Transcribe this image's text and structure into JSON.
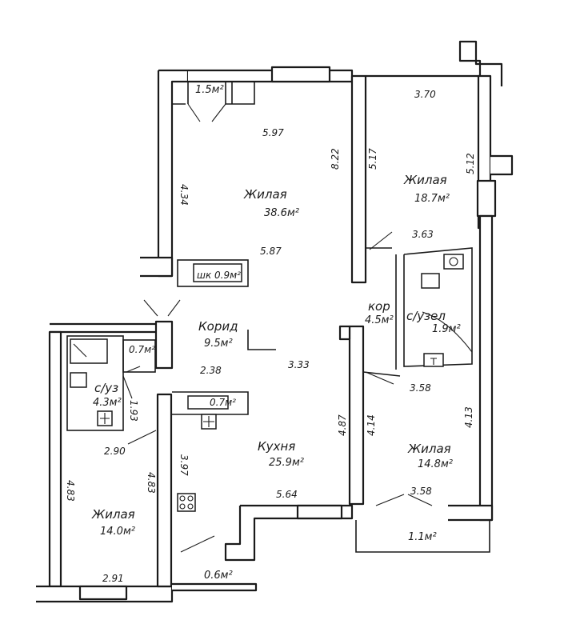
{
  "rooms": {
    "living_large": {
      "name": "Жилая",
      "area": "38.6м²"
    },
    "living_ne": {
      "name": "Жилая",
      "area": "18.7м²"
    },
    "corridor": {
      "name": "Корид",
      "area": "9.5м²"
    },
    "kitchen": {
      "name": "Кухня",
      "area": "25.9м²"
    },
    "living_sw": {
      "name": "Жилая",
      "area": "14.0м²"
    },
    "living_se": {
      "name": "Жилая",
      "area": "14.8м²"
    },
    "bath_wc": {
      "name": "с/уз",
      "area": "4.3м²"
    },
    "bath_main": {
      "name": "с/узел",
      "area": "1.9м²"
    },
    "corridor_small": {
      "name": "кор",
      "area": "4.5м²"
    }
  },
  "small_areas": {
    "closet_top": "1.5м²",
    "wardrobe": "шк 0.9м²",
    "closet_left": "0.7м²",
    "niche": "0.7м²",
    "balcony_se": "1.1м²",
    "balcony_s": "0.6м²"
  },
  "dimensions": {
    "d1": "5.97",
    "d2": "4.34",
    "d3": "8.22",
    "d4": "5.87",
    "d5": "3.70",
    "d6": "5.17",
    "d7": "5.12",
    "d8": "3.63",
    "d9": "2.38",
    "d10": "3.33",
    "d11": "3.58",
    "d12": "1.93",
    "d13": "2.90",
    "d14": "4.83",
    "d15": "4.83",
    "d16": "3.97",
    "d17": "4.87",
    "d18": "4.14",
    "d19": "4.13",
    "d20": "5.64",
    "d21": "3.58",
    "d22": "2.91"
  }
}
